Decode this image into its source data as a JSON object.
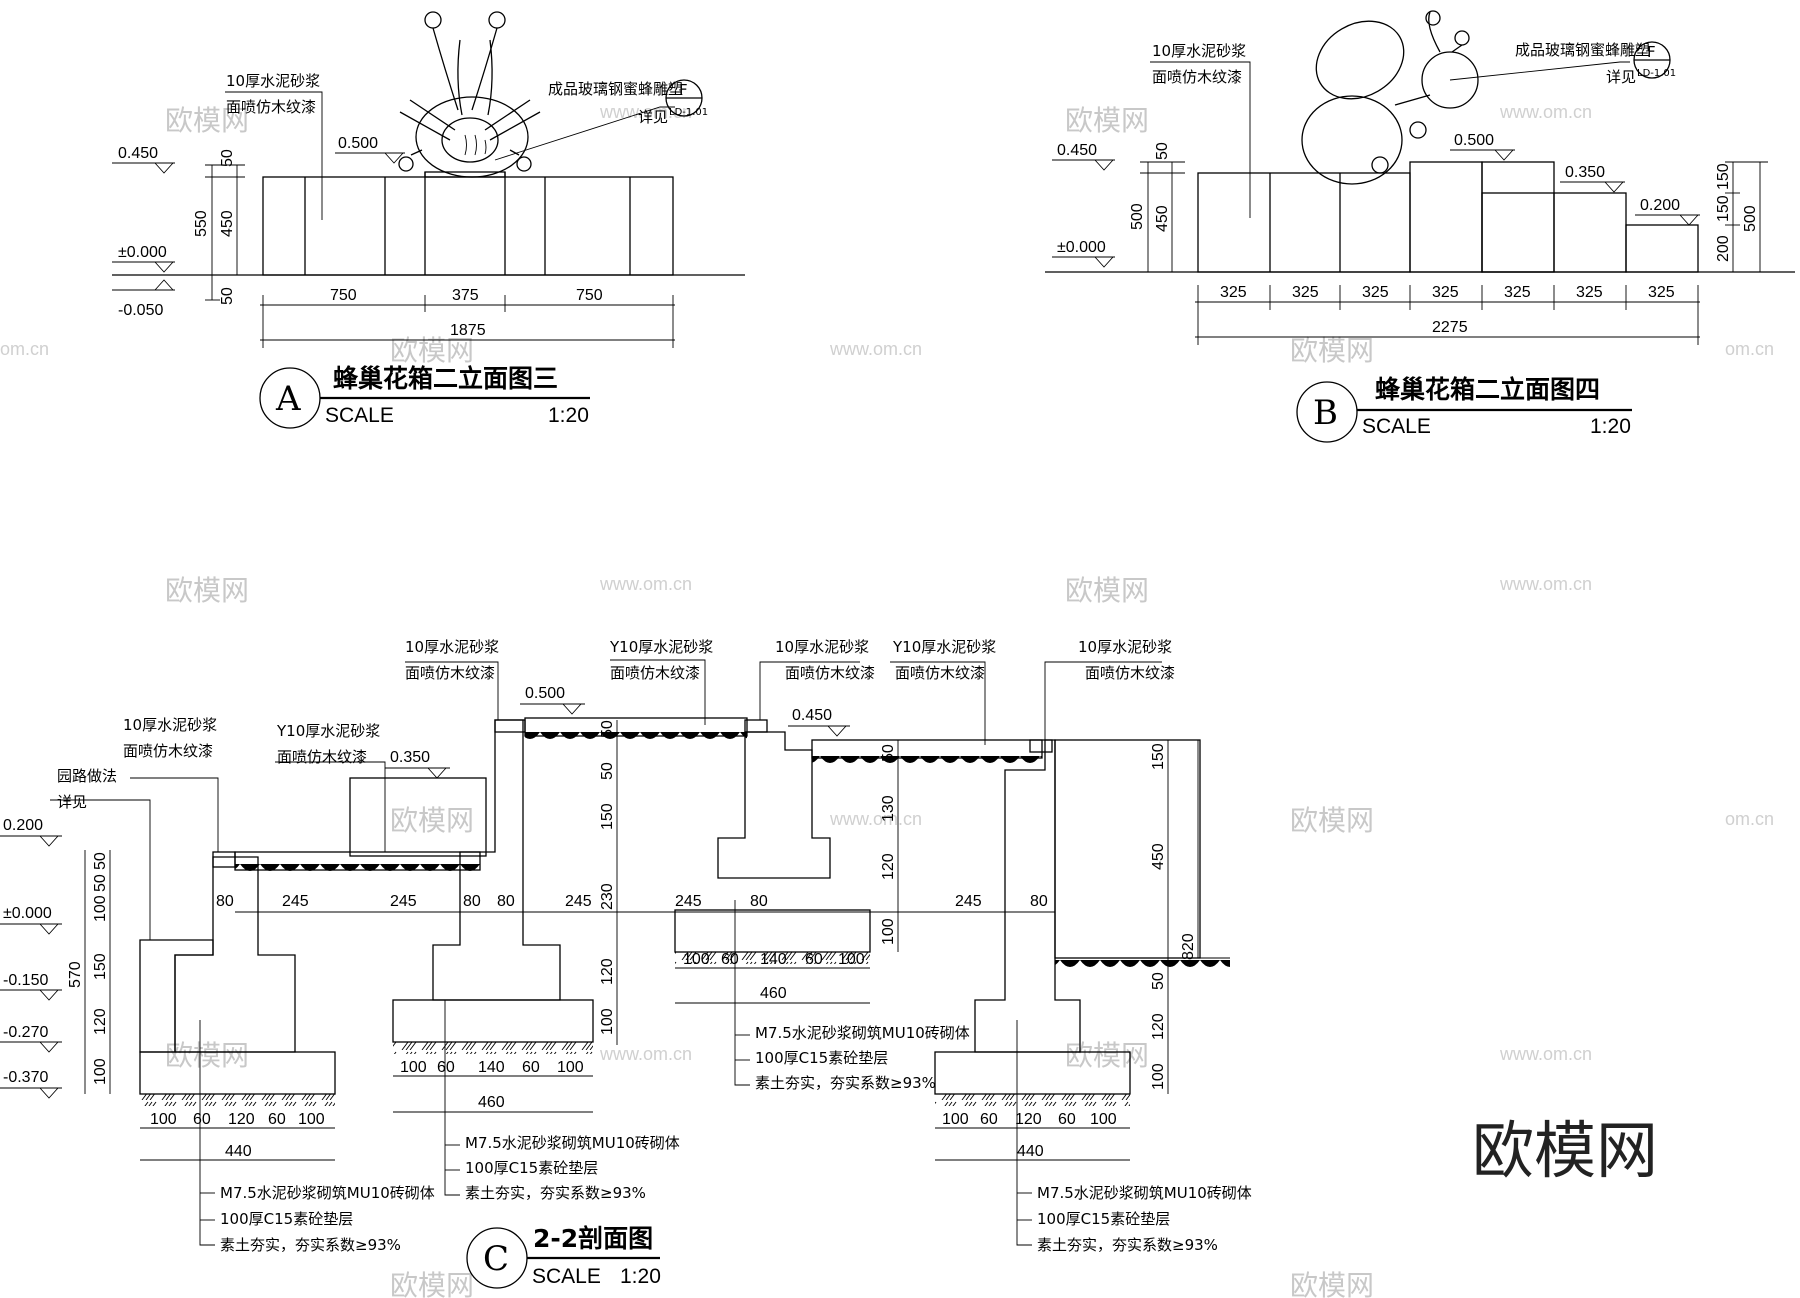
{
  "watermark": {
    "brand": "欧模网",
    "url": "www.om.cn",
    "url_short": "om.cn",
    "big": "欧模网"
  },
  "common": {
    "scale_word": "SCALE",
    "scale_value": "1:20",
    "note_mortar_1": "10厚水泥砂浆",
    "note_mortar_y": "Y10厚水泥砂浆",
    "note_paint": "面喷仿木纹漆",
    "note_sculpture": "成品玻璃钢蜜蜂雕塑",
    "note_see": "详见",
    "ref_letter": "F",
    "ref_sheet": "LD-1.01",
    "note_masonry": "M7.5水泥砂浆砌筑MU10砖砌体",
    "note_concrete": "100厚C15素砼垫层",
    "note_soil": "素土夯实，夯实系数≥93%",
    "note_road": "园路做法",
    "note_road_see": "详见"
  },
  "view_a": {
    "label": "A",
    "title": "蜂巢花箱二立面图三",
    "elev": [
      "0.450",
      "±0.000",
      "-0.050",
      "0.500"
    ],
    "vdims": [
      "50",
      "550",
      "450",
      "50"
    ],
    "hdims": [
      "750",
      "375",
      "750"
    ],
    "total": "1875"
  },
  "view_b": {
    "label": "B",
    "title": "蜂巢花箱二立面图四",
    "elev": [
      "0.450",
      "±0.000",
      "0.500",
      "0.350",
      "0.200"
    ],
    "vdims_left": [
      "50",
      "500",
      "450"
    ],
    "vdims_right": [
      "150",
      "150",
      "200",
      "500"
    ],
    "hdims": [
      "325",
      "325",
      "325",
      "325",
      "325",
      "325",
      "325"
    ],
    "total": "2275"
  },
  "view_c": {
    "label": "C",
    "title": "2-2剖面图",
    "elev": [
      "0.200",
      "±0.000",
      "-0.150",
      "-0.270",
      "-0.370",
      "0.350",
      "0.500",
      "0.450"
    ],
    "vdims_left": [
      "50",
      "50",
      "100",
      "150",
      "120",
      "100",
      "570"
    ],
    "vdims_mid": [
      "50",
      "50",
      "150",
      "230",
      "120",
      "100"
    ],
    "vdims_right_a": [
      "50",
      "130",
      "120",
      "100"
    ],
    "vdims_right_b": [
      "150",
      "450",
      "820",
      "50",
      "120",
      "100"
    ],
    "row_dims": [
      "80",
      "245",
      "245",
      "80",
      "80",
      "245",
      "245",
      "80",
      "245",
      "80"
    ],
    "footing": [
      "100",
      "60",
      "120",
      "60",
      "100"
    ],
    "footing_b": [
      "100",
      "60",
      "140",
      "60",
      "100"
    ],
    "footing_width_a": "440",
    "footing_width_b": "460"
  }
}
